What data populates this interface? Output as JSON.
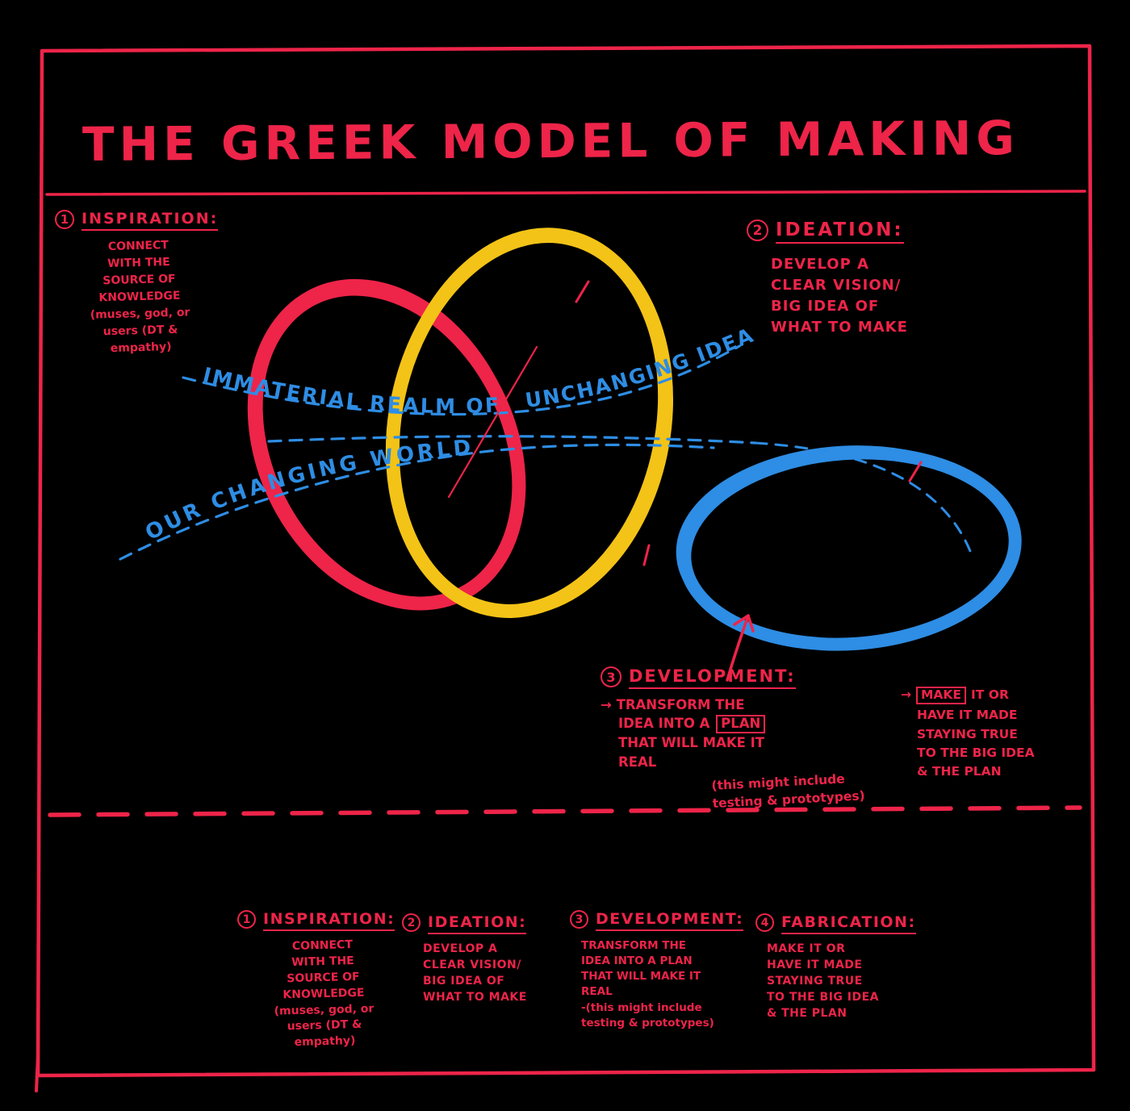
{
  "title": "THE GREEK MODEL OF MAKING",
  "colors": {
    "background": "#000000",
    "red": "#ee2449",
    "yellow": "#f3c317",
    "blue": "#2e8de4"
  },
  "realm_labels": {
    "upper_1": "IMMATERIAL REALM OF",
    "upper_2": "UNCHANGING IDEAS",
    "lower": "OUR CHANGING WORLD"
  },
  "steps": {
    "inspiration": {
      "number": "1",
      "title": "INSPIRATION:",
      "body": "CONNECT\nWITH THE\nSOURCE OF\nKNOWLEDGE\n(muses, god, or\nusers (DT &\nempathy)"
    },
    "ideation": {
      "number": "2",
      "title": "IDEATION:",
      "body": "DEVELOP A\nCLEAR VISION/\nBIG IDEA OF\nWHAT TO MAKE"
    },
    "development": {
      "number": "3",
      "title": "DEVELOPMENT:",
      "arrow": "→",
      "line1": "TRANSFORM THE",
      "line2_prefix": "IDEA INTO A",
      "line2_boxed": "PLAN",
      "line3": "THAT WILL MAKE IT",
      "line4": "REAL",
      "parenthetical": "(this might include\ntesting & prototypes)"
    },
    "fabrication": {
      "arrow": "→",
      "boxed": "MAKE",
      "line1_rest": "IT OR",
      "body": "HAVE IT MADE\nSTAYING TRUE\nTO THE BIG IDEA\n& THE PLAN"
    }
  },
  "legend": {
    "items": [
      {
        "number": "1",
        "title": "INSPIRATION:",
        "body": "CONNECT\nWITH THE\nSOURCE OF\nKNOWLEDGE\n(muses, god, or\nusers (DT &\nempathy)"
      },
      {
        "number": "2",
        "title": "IDEATION:",
        "body": "DEVELOP A\nCLEAR VISION/\nBIG IDEA OF\nWHAT TO MAKE"
      },
      {
        "number": "3",
        "title": "DEVELOPMENT:",
        "body": "TRANSFORM THE\nIDEA INTO A PLAN\nTHAT WILL MAKE IT\nREAL\n-(this might include\ntesting & prototypes)"
      },
      {
        "number": "4",
        "title": "FABRICATION:",
        "body": "MAKE IT OR\nHAVE IT MADE\nSTAYING TRUE\nTO THE BIG IDEA\n& THE PLAN"
      }
    ]
  }
}
